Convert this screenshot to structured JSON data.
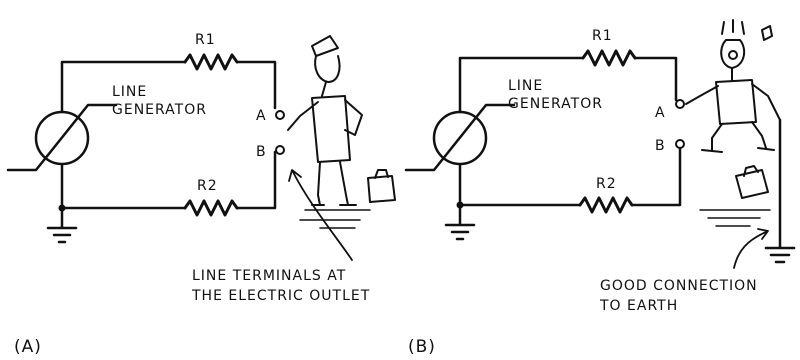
{
  "panel_a": {
    "label": "(A)",
    "resistor_top": "R1",
    "resistor_bottom": "R2",
    "generator_line1": "LINE",
    "generator_line2": "GENERATOR",
    "terminal_a": "A",
    "terminal_b": "B",
    "callout_line1": "LINE TERMINALS AT",
    "callout_line2": "THE ELECTRIC OUTLET"
  },
  "panel_b": {
    "label": "(B)",
    "resistor_top": "R1",
    "resistor_bottom": "R2",
    "generator_line1": "LINE",
    "generator_line2": "GENERATOR",
    "terminal_a": "A",
    "terminal_b": "B",
    "callout_line1": "GOOD CONNECTION",
    "callout_line2": "TO EARTH"
  }
}
